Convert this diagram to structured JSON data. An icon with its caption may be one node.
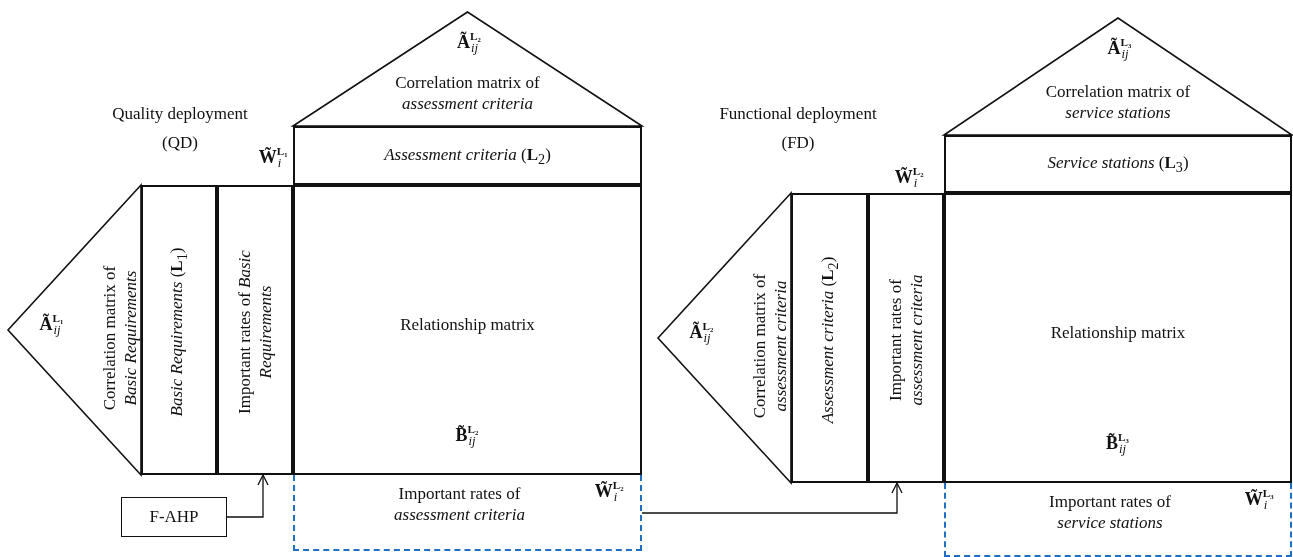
{
  "diagram": {
    "nodes": [
      {
        "text": [
          "**Ã**$^{L₂}$$_{ij}$",
          "Correlation matrix of *assessment criteria*"
        ]
      },
      {
        "text": [
          "*Assessment criteria* (**L**$_{2}$)"
        ]
      },
      {
        "text": [
          "**Ã**$^{L₁}$$_{ij}$",
          "Correlation matrix of *Basic Requirements*"
        ]
      },
      {
        "text": [
          "*Basic Requirements* (**L**$_{1}$)"
        ]
      },
      {
        "text": [
          "Important rates of *Basic Requirements*"
        ]
      },
      {
        "text": [
          "Relationship matrix",
          "**B̃**$^{L₂}$$_{ij}$"
        ]
      },
      {
        "text": [
          "Important rates of *assessment criteria*",
          "**W̃**$^{L₂}$$_{i}$"
        ]
      },
      {
        "text": [
          "F-AHP"
        ]
      },
      {
        "text": [
          "**Ã**$^{L₃}$$_{ij}$",
          "Correlation matrix of *service stations*"
        ]
      },
      {
        "text": [
          "*Service stations* (**L**$_{3}$)"
        ]
      },
      {
        "text": [
          "**Ã**$^{L₂}$$_{ij}$",
          "Correlation matrix of *assessment criteria*"
        ]
      },
      {
        "text": [
          "*Assessment criteria* (**L**$_{2}$)"
        ]
      },
      {
        "text": [
          "Important rates of *assessment criteria*"
        ]
      },
      {
        "text": [
          "Relationship matrix",
          "**B̃**$^{L₃}$$_{ij}$"
        ]
      },
      {
        "text": [
          "Important rates of *service stations*",
          "**W̃**$^{L₃}$$_{i}$"
        ]
      }
    ],
    "edges": [
      {
        "from": 7,
        "to": 4,
        "arrow": "to"
      },
      {
        "from": 6,
        "to": 12,
        "arrow": "to"
      }
    ],
    "labels": [
      "Quality deployment (QD)",
      "**W̃**$^{L₁}$$_{i}$",
      "Functional deployment (FD)",
      "**W̃**$^{L₂}$$_{i}$"
    ]
  }
}
